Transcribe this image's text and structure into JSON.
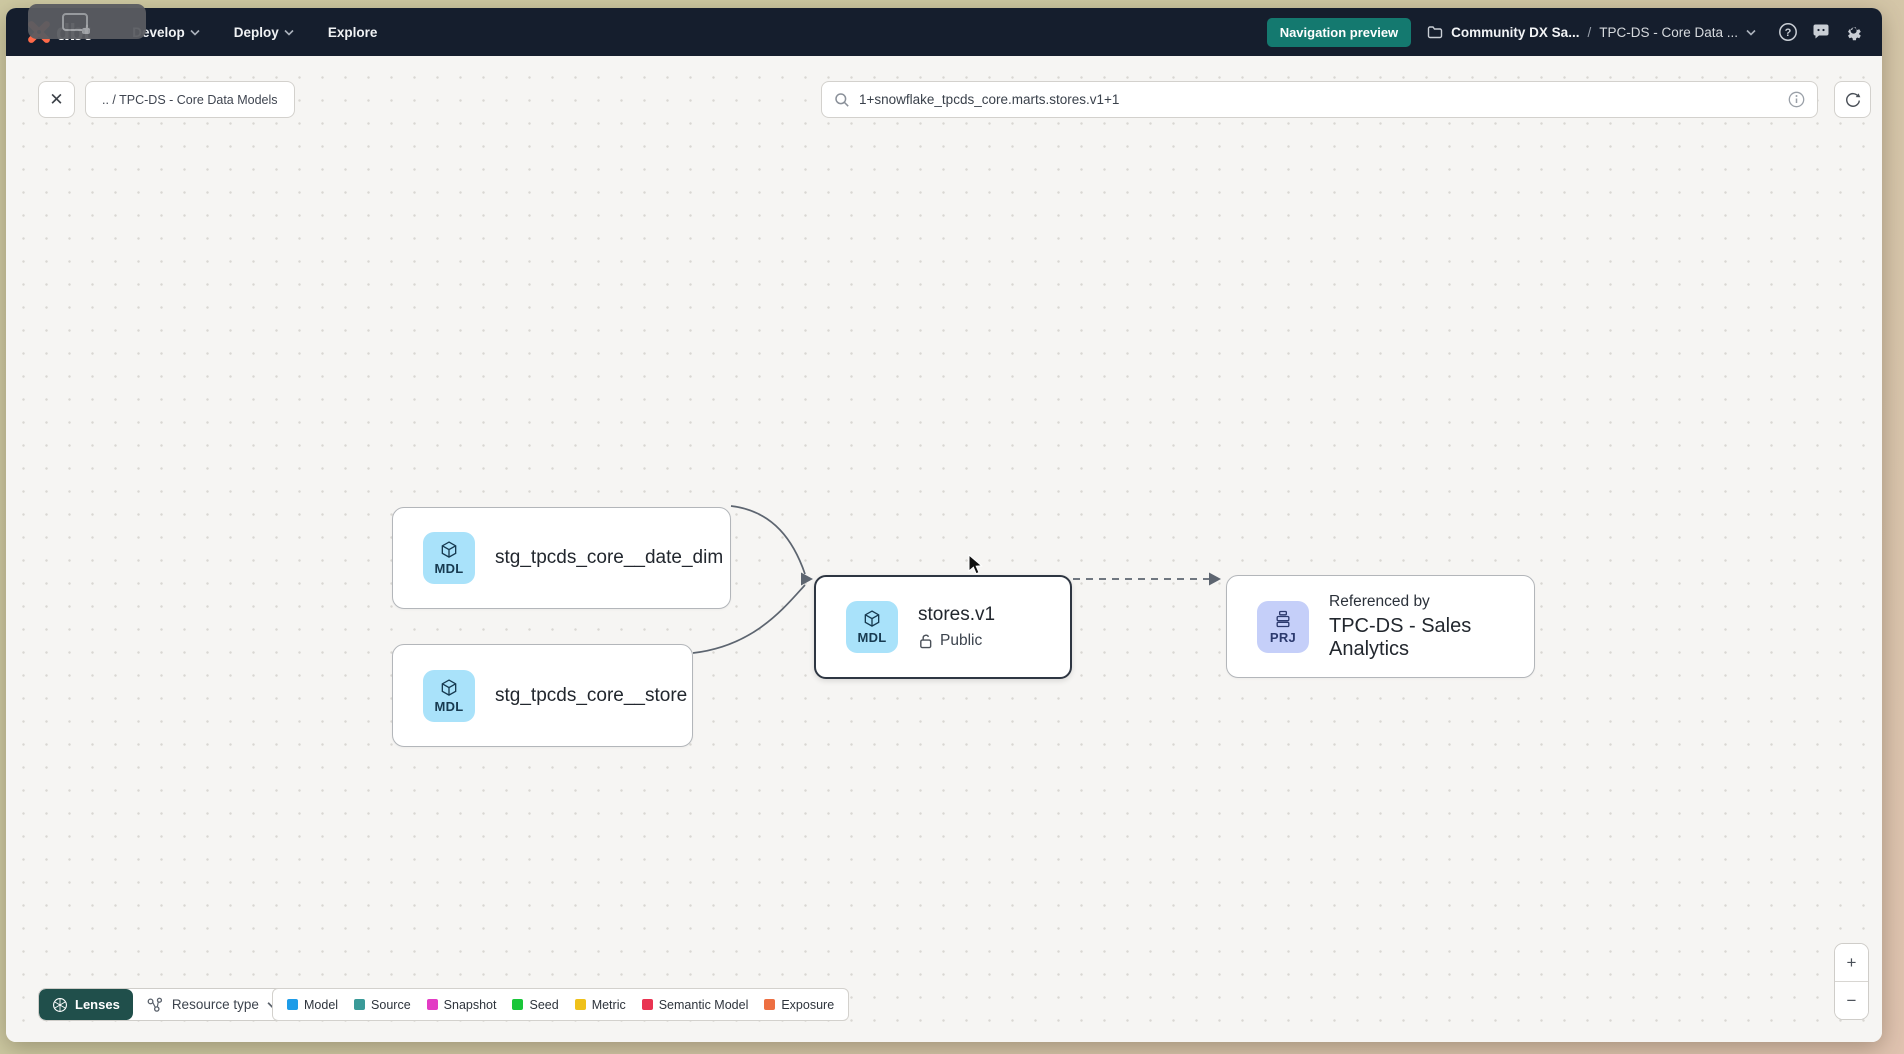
{
  "nav": {
    "logo_text": "dbt",
    "menus": [
      {
        "label": "Develop"
      },
      {
        "label": "Deploy"
      },
      {
        "label": "Explore"
      }
    ],
    "preview_badge": "Navigation preview",
    "breadcrumb": {
      "project": "Community DX Sa...",
      "separator": "/",
      "section": "TPC-DS - Core Data ..."
    }
  },
  "toolbar": {
    "close_glyph": "✕",
    "breadcrumb_chip": ".. / TPC-DS - Core Data Models",
    "search_value": "1+snowflake_tpcds_core.marts.stores.v1+1"
  },
  "graph": {
    "nodes": [
      {
        "badge": "MDL",
        "label": "stg_tpcds_core__date_dim"
      },
      {
        "badge": "MDL",
        "label": "stg_tpcds_core__store"
      },
      {
        "badge": "MDL",
        "label": "stores.v1",
        "sublabel": "Public",
        "selected": true
      },
      {
        "badge": "PRJ",
        "overline": "Referenced by",
        "label": "TPC-DS - Sales Analytics"
      }
    ]
  },
  "footer": {
    "lenses_label": "Lenses",
    "resource_type_label": "Resource type",
    "legend": [
      {
        "label": "Model",
        "color": "#1e9ce8"
      },
      {
        "label": "Source",
        "color": "#3a9a98"
      },
      {
        "label": "Snapshot",
        "color": "#e33bc4"
      },
      {
        "label": "Seed",
        "color": "#19c639"
      },
      {
        "label": "Metric",
        "color": "#efc11a"
      },
      {
        "label": "Semantic Model",
        "color": "#e93351"
      },
      {
        "label": "Exposure",
        "color": "#ed6f42"
      }
    ]
  },
  "zoom_controls": {
    "zoom_in": "+",
    "zoom_out": "−"
  },
  "colors": {
    "nav_bg": "#151e2d",
    "badge_teal": "#14796f",
    "model_badge_bg": "#a9e2fa",
    "project_badge_bg": "#c5cff9",
    "accent_orange": "#ff6a49"
  }
}
